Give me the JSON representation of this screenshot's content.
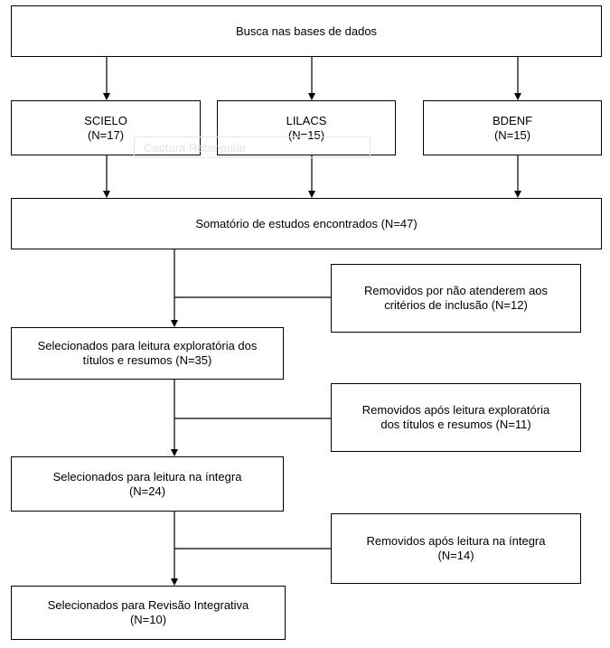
{
  "diagram": {
    "search": {
      "line1": "Busca nas bases de dados"
    },
    "databases": [
      {
        "name": "SCIELO",
        "count": "(N=17)"
      },
      {
        "name": "LILACS",
        "count": "(N=15)"
      },
      {
        "name": "BDENF",
        "count": "(N=15)"
      }
    ],
    "total": {
      "line1": "Somatório de estudos encontrados (N=47)"
    },
    "removed": [
      {
        "line1": "Removidos por não atenderem aos",
        "line2": "critérios de inclusão (N=12)"
      },
      {
        "line1": "Removidos após leitura exploratória",
        "line2": "dos títulos e resumos (N=11)"
      },
      {
        "line1": "Removidos após leitura na íntegra",
        "line2": "(N=14)"
      }
    ],
    "selected": [
      {
        "line1": "Selecionados para leitura exploratória dos",
        "line2": "títulos e resumos (N=35)"
      },
      {
        "line1": "Selecionados para leitura na íntegra",
        "line2": "(N=24)"
      },
      {
        "line1": "Selecionados para Revisão Integrativa",
        "line2": "(N=10)"
      }
    ],
    "overlay_label": "Captura Retangular"
  }
}
